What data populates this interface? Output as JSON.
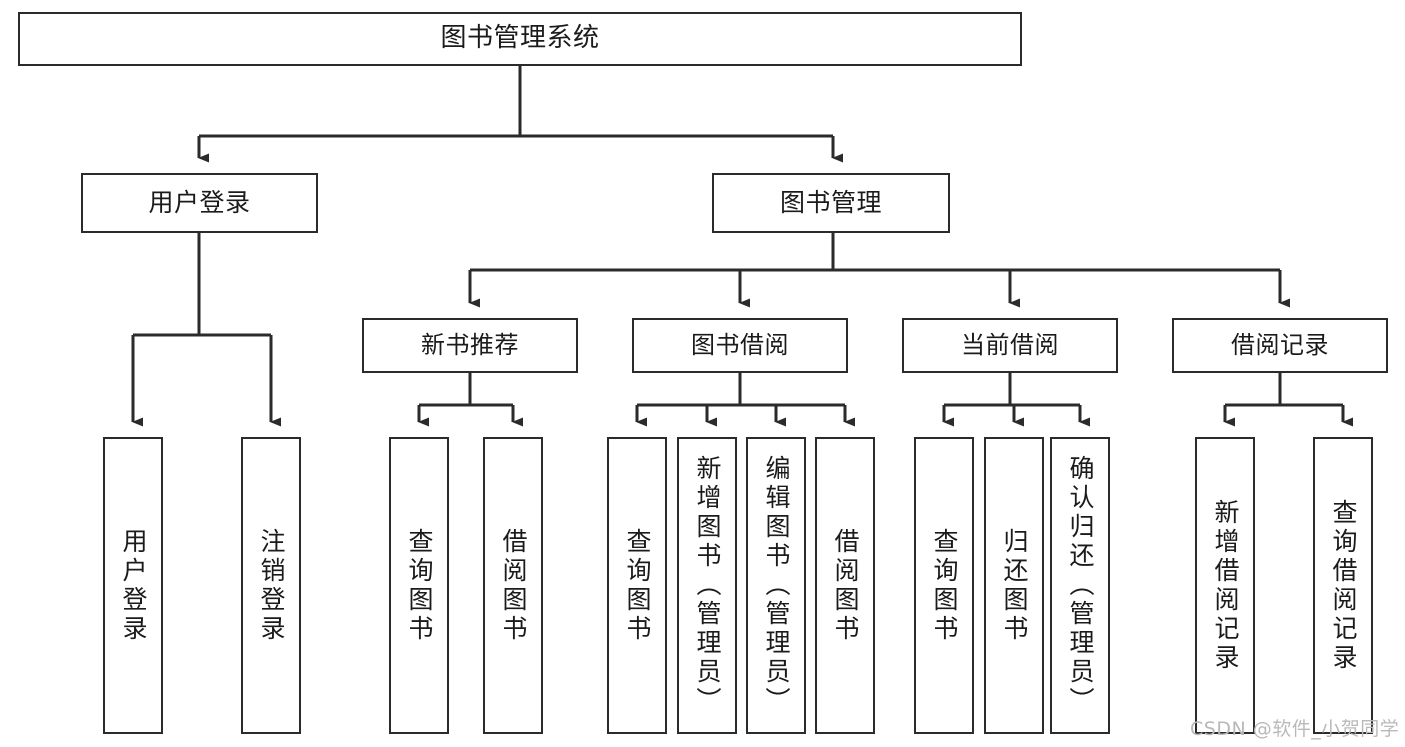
{
  "diagram": {
    "title": "图书管理系统",
    "watermark": "CSDN @软件_小贺同学",
    "colors": {
      "background": "#ffffff",
      "stroke": "#2b2b2b",
      "text": "#1b1b1b",
      "watermark": "#b9b9b9"
    },
    "nodes": {
      "root": {
        "label": "图书管理系统"
      },
      "level1": [
        {
          "id": "user-login",
          "label": "用户登录"
        },
        {
          "id": "book-manage",
          "label": "图书管理"
        }
      ],
      "level2": [
        {
          "id": "new-book-recommend",
          "label": "新书推荐"
        },
        {
          "id": "book-borrow",
          "label": "图书借阅"
        },
        {
          "id": "current-borrow",
          "label": "当前借阅"
        },
        {
          "id": "borrow-record",
          "label": "借阅记录"
        }
      ],
      "leaves": {
        "user_login": [
          {
            "id": "leaf-user-login",
            "label": "用户登录"
          },
          {
            "id": "leaf-logout-login",
            "label": "注销登录"
          }
        ],
        "new_book_recommend": [
          {
            "id": "leaf-query-book-1",
            "label": "查询图书"
          },
          {
            "id": "leaf-borrow-book-1",
            "label": "借阅图书"
          }
        ],
        "book_borrow": [
          {
            "id": "leaf-query-book-2",
            "label": "查询图书"
          },
          {
            "id": "leaf-add-book-admin",
            "label": "新增图书（管理员）"
          },
          {
            "id": "leaf-edit-book-admin",
            "label": "编辑图书（管理员）"
          },
          {
            "id": "leaf-borrow-book-2",
            "label": "借阅图书"
          }
        ],
        "current_borrow": [
          {
            "id": "leaf-query-book-3",
            "label": "查询图书"
          },
          {
            "id": "leaf-return-book",
            "label": "归还图书"
          },
          {
            "id": "leaf-confirm-return-admin",
            "label": "确认归还（管理员）"
          }
        ],
        "borrow_record": [
          {
            "id": "leaf-add-borrow-record",
            "label": "新增借阅记录"
          },
          {
            "id": "leaf-query-borrow-record",
            "label": "查询借阅记录"
          }
        ]
      }
    }
  }
}
